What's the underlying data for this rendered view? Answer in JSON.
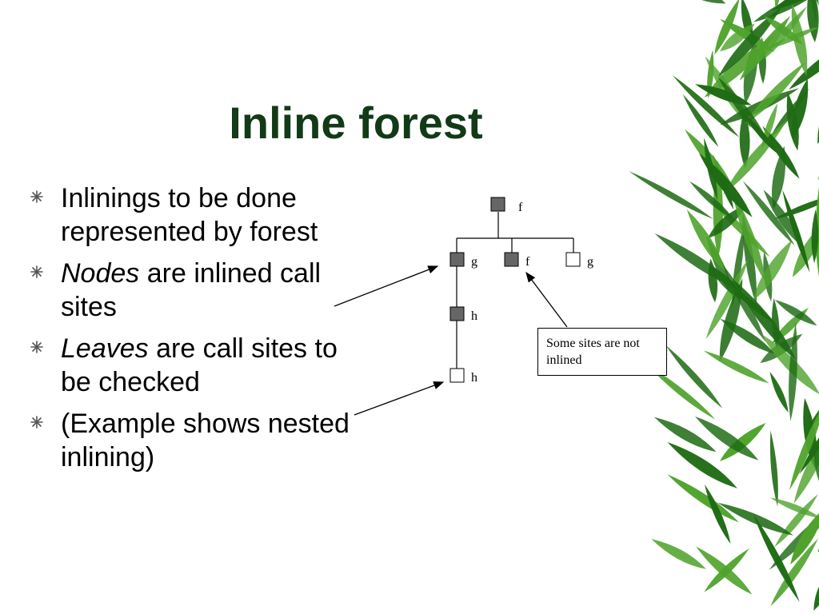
{
  "slide": {
    "title": "Inline forest",
    "bullets": [
      {
        "lead_italic": "",
        "rest": "Inlinings to be done represented by forest"
      },
      {
        "lead_italic": "Nodes",
        "rest": " are inlined call sites"
      },
      {
        "lead_italic": "Leaves",
        "rest": " are call sites to be checked"
      },
      {
        "lead_italic": "",
        "rest": "(Example shows nested inlining)"
      }
    ]
  },
  "diagram": {
    "nodes": [
      {
        "id": "root-f",
        "label": "f",
        "filled": true
      },
      {
        "id": "child-g",
        "label": "g",
        "filled": true
      },
      {
        "id": "child-f",
        "label": "f",
        "filled": true
      },
      {
        "id": "child-g-leaf",
        "label": "g",
        "filled": false
      },
      {
        "id": "grandchild-h",
        "label": "h",
        "filled": true
      },
      {
        "id": "leaf-h",
        "label": "h",
        "filled": false
      }
    ],
    "callout": "Some sites are not inlined"
  },
  "colors": {
    "title": "#123a17",
    "node_filled": "#666666",
    "bamboo_dark": "#1e6b14",
    "bamboo_light": "#4fa32c"
  }
}
